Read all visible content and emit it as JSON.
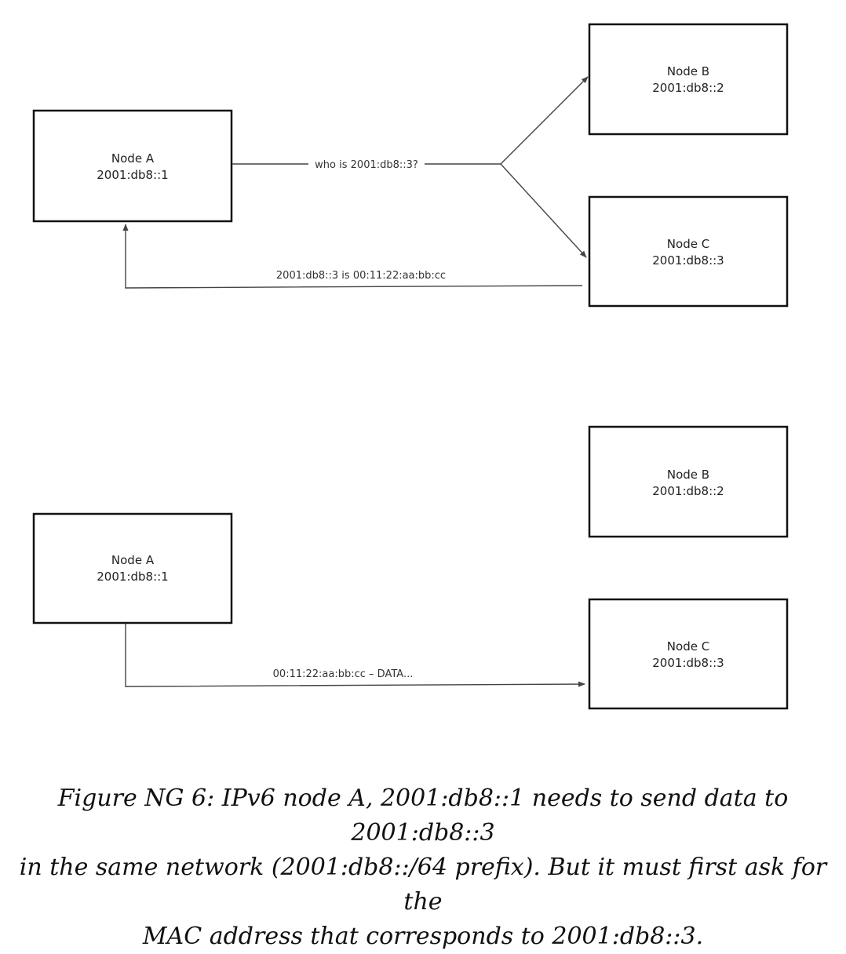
{
  "top": {
    "node_a": {
      "name": "Node A",
      "address": "2001:db8::1"
    },
    "node_b": {
      "name": "Node B",
      "address": "2001:db8::2"
    },
    "node_c": {
      "name": "Node C",
      "address": "2001:db8::3"
    },
    "query_label": "who is 2001:db8::3?",
    "reply_label": "2001:db8::3 is 00:11:22:aa:bb:cc"
  },
  "bottom": {
    "node_a": {
      "name": "Node A",
      "address": "2001:db8::1"
    },
    "node_b": {
      "name": "Node B",
      "address": "2001:db8::2"
    },
    "node_c": {
      "name": "Node C",
      "address": "2001:db8::3"
    },
    "data_label": "00:11:22:aa:bb:cc – DATA..."
  },
  "caption": {
    "line1": "Figure NG 6: IPv6 node A, 2001:db8::1 needs to send data to 2001:db8::3",
    "line2": "in the same network (2001:db8::/64 prefix). But it must first ask for the",
    "line3": "MAC address that corresponds to 2001:db8::3."
  }
}
